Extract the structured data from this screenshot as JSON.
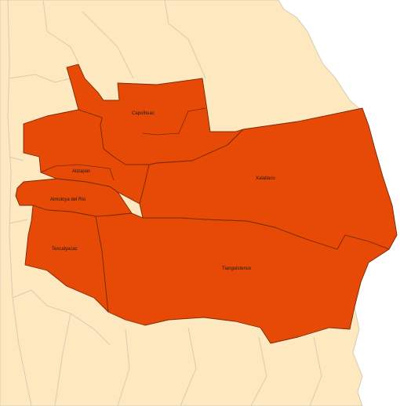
{
  "map": {
    "colors": {
      "background_land": "#fde8c0",
      "highlight_region": "#e64a06",
      "outside": "#ffffff",
      "border_light": "#d8cbb3",
      "border_dark": "#7a2a08"
    },
    "municipalities": [
      {
        "label": "Capulhuac"
      },
      {
        "label": "Xalatlaco"
      },
      {
        "label": "Atizapán"
      },
      {
        "label": "Almoloya del Río"
      },
      {
        "label": "Texcalyacac"
      },
      {
        "label": "Tianguistenco"
      }
    ]
  }
}
